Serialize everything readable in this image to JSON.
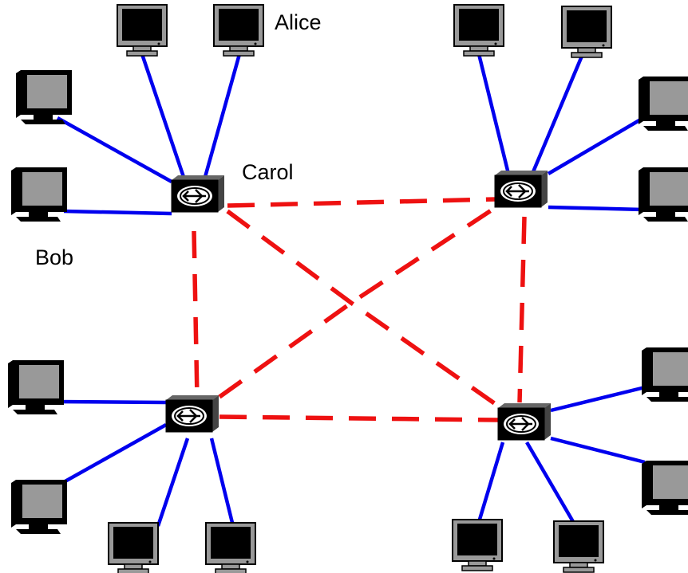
{
  "labels": {
    "alice": "Alice",
    "carol": "Carol",
    "bob": "Bob"
  },
  "colors": {
    "access_link": "#0000ee",
    "backbone_link": "#ee1111",
    "monitor_screen_front": "#000000",
    "monitor_screen_back": "#999999",
    "router_body": "#000000"
  },
  "icons": {
    "router": "router-icon",
    "front_monitor": "monitor-icon",
    "side_monitor": "monitor-side-icon"
  }
}
